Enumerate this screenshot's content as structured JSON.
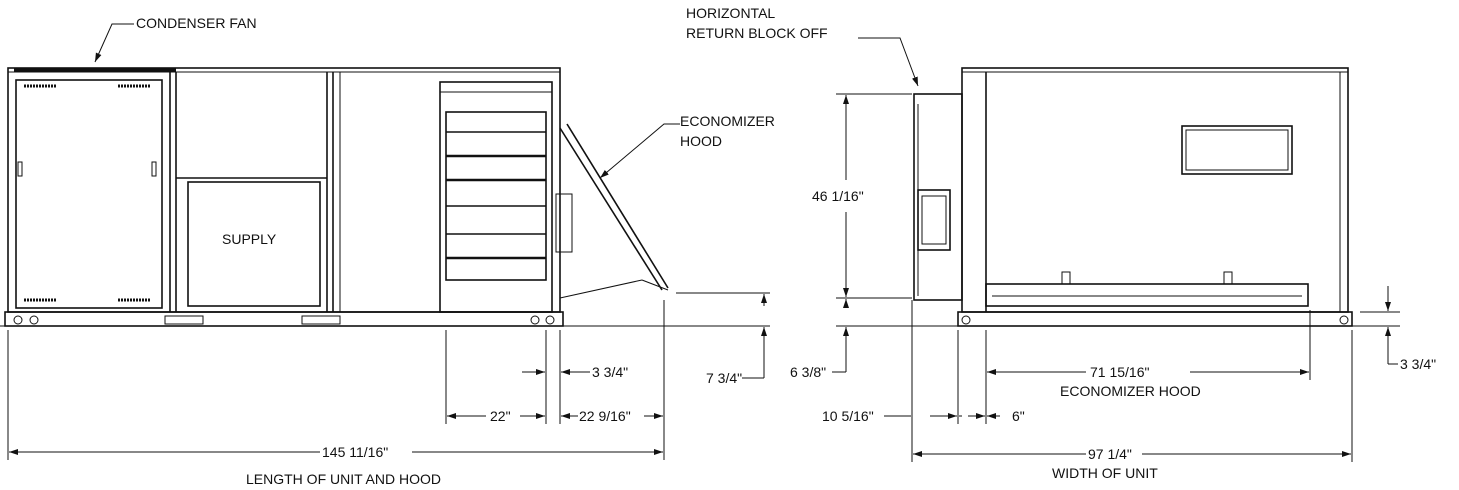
{
  "side_view": {
    "condenser_fan_label": "CONDENSER FAN",
    "supply_label": "SUPPLY",
    "economizer_hood_label_1": "ECONOMIZER",
    "economizer_hood_label_2": "HOOD",
    "dim_7_3_4": "7 3/4\"",
    "dim_3_3_4": "3 3/4\"",
    "dim_22": "22\"",
    "dim_22_9_16": "22 9/16\"",
    "dim_overall": "145 11/16\"",
    "overall_caption": "LENGTH OF UNIT AND HOOD"
  },
  "end_view": {
    "return_block_label_1": "HORIZONTAL",
    "return_block_label_2": "RETURN BLOCK OFF",
    "dim_46_1_16": "46 1/16\"",
    "dim_6_3_8": "6 3/8\"",
    "dim_10_5_16": "10 5/16\"",
    "dim_6": "6\"",
    "dim_71_15_16": "71 15/16\"",
    "hood_caption": "ECONOMIZER HOOD",
    "dim_3_3_4": "3 3/4\"",
    "dim_overall": "97 1/4\"",
    "overall_caption": "WIDTH OF UNIT"
  }
}
